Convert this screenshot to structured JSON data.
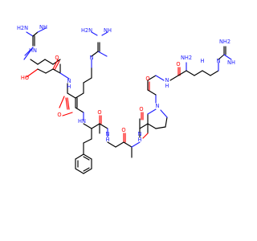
{
  "molecule": {
    "atoms": [
      {
        "id": "nh2_a1",
        "label": "H2N",
        "element": "N"
      },
      {
        "id": "nh2_a2",
        "label": "NH",
        "element": "N"
      },
      {
        "id": "nh2_a3",
        "label": "HN",
        "element": "N"
      },
      {
        "id": "oh_c",
        "label": "HO",
        "element": "O"
      },
      {
        "id": "o_c",
        "label": "O",
        "element": "O"
      },
      {
        "id": "nh_r1",
        "label": "N",
        "element": "N"
      },
      {
        "id": "nh_r1h",
        "label": "H",
        "element": "N"
      },
      {
        "id": "nh2_b1",
        "label": "H2N",
        "element": "N"
      },
      {
        "id": "nh2_b2",
        "label": "NH",
        "element": "N"
      },
      {
        "id": "nh2_b3",
        "label": "N",
        "element": "N"
      },
      {
        "id": "o_r2",
        "label": "O",
        "element": "O"
      },
      {
        "id": "nh_r2",
        "label": "HN",
        "element": "N"
      },
      {
        "id": "o_f",
        "label": "O",
        "element": "O"
      },
      {
        "id": "nh_f",
        "label": "N",
        "element": "N"
      },
      {
        "id": "nh_fh",
        "label": "H",
        "element": "N"
      },
      {
        "id": "o_a",
        "label": "O",
        "element": "O"
      },
      {
        "id": "nh_a",
        "label": "N",
        "element": "N"
      },
      {
        "id": "nh_ah",
        "label": "H",
        "element": "N"
      },
      {
        "id": "o_g",
        "label": "O",
        "element": "O"
      },
      {
        "id": "n_pro",
        "label": "N",
        "element": "N"
      },
      {
        "id": "o_p",
        "label": "O",
        "element": "O"
      },
      {
        "id": "nh_g",
        "label": "N",
        "element": "N"
      },
      {
        "id": "nh_gh",
        "label": "H",
        "element": "N"
      },
      {
        "id": "o_r3",
        "label": "O",
        "element": "O"
      },
      {
        "id": "nh2_r3",
        "label": "NH2",
        "element": "N"
      },
      {
        "id": "nh2_c1",
        "label": "NH2",
        "element": "N"
      },
      {
        "id": "nh_c2",
        "label": "NH",
        "element": "N"
      },
      {
        "id": "n_c3",
        "label": "N",
        "element": "N"
      },
      {
        "id": "h_c3",
        "label": "H",
        "element": "N"
      }
    ]
  },
  "colors": {
    "bond": "#000000",
    "nitrogen": "#2020ff",
    "oxygen": "#ff0000",
    "background": "#ffffff"
  }
}
